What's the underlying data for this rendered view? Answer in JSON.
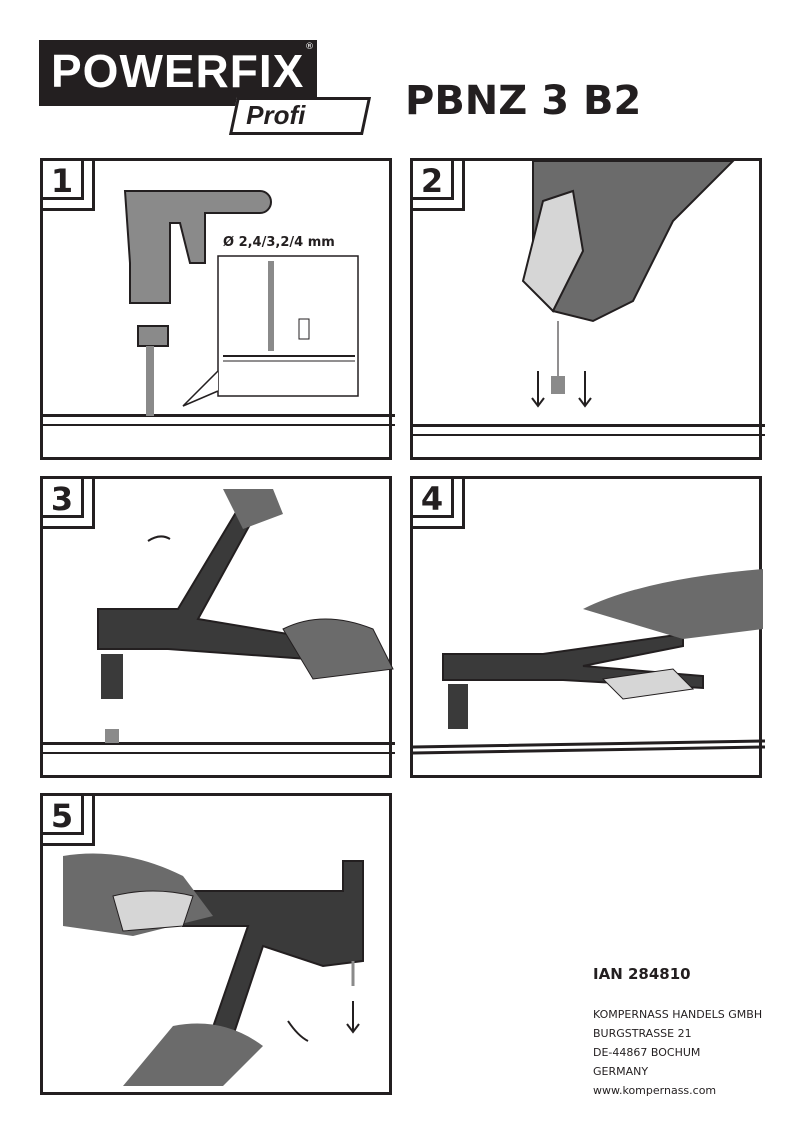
{
  "header": {
    "brand": "POWERFIX",
    "brand_sub": "Profi",
    "model": "PBNZ 3 B2"
  },
  "panels": [
    {
      "number": "1",
      "label": "Ø 2,4/3,2/4 mm"
    },
    {
      "number": "2"
    },
    {
      "number": "3"
    },
    {
      "number": "4"
    },
    {
      "number": "5"
    }
  ],
  "footer": {
    "ian": "IAN 284810",
    "address": [
      "KOMPERNASS HANDELS GMBH",
      "BURGSTRASSE 21",
      "DE-44867 BOCHUM",
      "GERMANY",
      "www.kompernass.com"
    ]
  },
  "colors": {
    "ink": "#231f20",
    "gray": "#8a8a8a",
    "dark_gray": "#5a5a5a",
    "light": "#d6d6d6"
  }
}
